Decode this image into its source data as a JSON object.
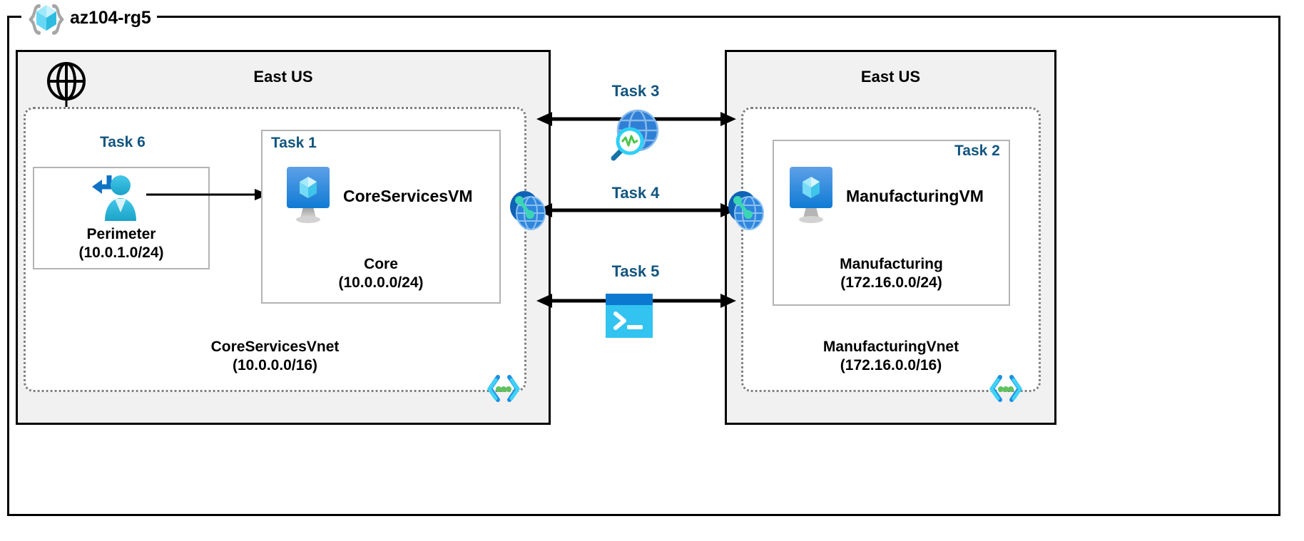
{
  "diagram": {
    "title": "az104-rg5",
    "resource_group_icon": "resource-group-cube-icon",
    "background": "#ffffff"
  },
  "colors": {
    "task_label": "#12557f",
    "region_fill": "#f1f1f1",
    "region_border": "#000000",
    "vnet_border": "#808080",
    "subnet_border": "#b3b3b3",
    "azure_blue": "#0078d4",
    "cyan": "#32c3f0",
    "green": "#5ec25e",
    "teal": "#3ad6b4"
  },
  "regions": [
    {
      "id": "left",
      "title": "East US",
      "vnet": {
        "name": "CoreServicesVnet",
        "cidr": "(10.0.0.0/16)",
        "icon": "subnet-group-icon"
      },
      "subnets": [
        {
          "id": "perimeter",
          "task": "Task 6",
          "name": "Perimeter",
          "cidr": "(10.0.1.0/24)",
          "icon": "bastion-user-icon"
        },
        {
          "id": "core",
          "task": "Task 1",
          "name": "Core",
          "cidr": "(10.0.0.0/24)",
          "vm": "CoreServicesVM",
          "vm_icon": "virtual-machine-icon"
        }
      ],
      "internet_icon": "internet-globe-icon"
    },
    {
      "id": "right",
      "title": "East US",
      "vnet": {
        "name": "ManufacturingVnet",
        "cidr": "(172.16.0.0/16)",
        "icon": "subnet-group-icon"
      },
      "subnets": [
        {
          "id": "manufacturing",
          "task": "Task 2",
          "name": "Manufacturing",
          "cidr": "(172.16.0.0/24)",
          "vm": "ManufacturingVM",
          "vm_icon": "virtual-machine-icon"
        }
      ]
    }
  ],
  "connections": [
    {
      "id": "task3",
      "label": "Task 3",
      "icon": "network-watcher-icon",
      "arrow": "double"
    },
    {
      "id": "task4",
      "label": "Task 4",
      "icon": "vnet-peering-icon",
      "arrow": "double"
    },
    {
      "id": "task5",
      "label": "Task 5",
      "icon": "cloud-shell-icon",
      "arrow": "double"
    }
  ],
  "peering_endpoints": [
    {
      "id": "left-peering",
      "icon": "vnet-peering-icon"
    },
    {
      "id": "right-peering",
      "icon": "vnet-peering-icon"
    }
  ]
}
